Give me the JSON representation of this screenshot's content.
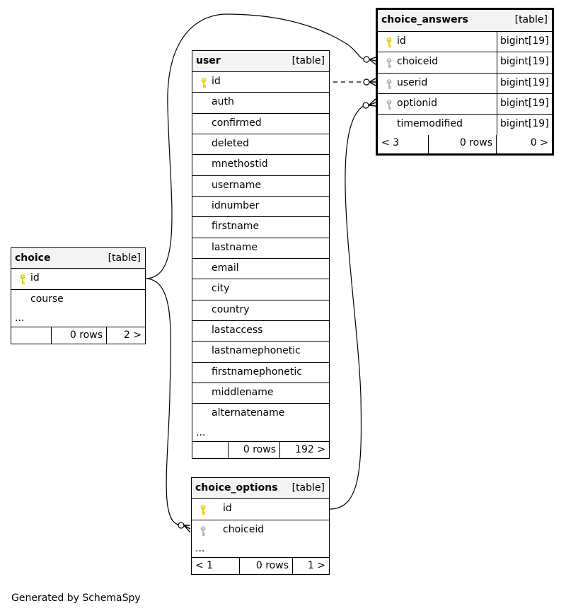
{
  "tables": {
    "choice_answers": {
      "name": "choice_answers",
      "kind": "[table]",
      "columns": [
        {
          "name": "id",
          "type": "bigint[19]",
          "key": "primary"
        },
        {
          "name": "choiceid",
          "type": "bigint[19]",
          "key": "foreign"
        },
        {
          "name": "userid",
          "type": "bigint[19]",
          "key": "foreign"
        },
        {
          "name": "optionid",
          "type": "bigint[19]",
          "key": "foreign"
        },
        {
          "name": "timemodified",
          "type": "bigint[19]",
          "key": ""
        }
      ],
      "footer": {
        "parents": "< 3",
        "rows": "0 rows",
        "children": "0 >"
      }
    },
    "user": {
      "name": "user",
      "kind": "[table]",
      "columns": [
        {
          "name": "id",
          "key": "primary"
        },
        {
          "name": "auth"
        },
        {
          "name": "confirmed"
        },
        {
          "name": "deleted"
        },
        {
          "name": "mnethostid"
        },
        {
          "name": "username"
        },
        {
          "name": "idnumber"
        },
        {
          "name": "firstname"
        },
        {
          "name": "lastname"
        },
        {
          "name": "email"
        },
        {
          "name": "city"
        },
        {
          "name": "country"
        },
        {
          "name": "lastaccess"
        },
        {
          "name": "lastnamephonetic"
        },
        {
          "name": "firstnamephonetic"
        },
        {
          "name": "middlename"
        },
        {
          "name": "alternatename"
        }
      ],
      "ellipsis": "...",
      "footer": {
        "parents": "",
        "rows": "0 rows",
        "children": "192 >"
      }
    },
    "choice": {
      "name": "choice",
      "kind": "[table]",
      "columns": [
        {
          "name": "id",
          "key": "primary"
        },
        {
          "name": "course"
        }
      ],
      "ellipsis": "...",
      "footer": {
        "parents": "",
        "rows": "0 rows",
        "children": "2 >"
      }
    },
    "choice_options": {
      "name": "choice_options",
      "kind": "[table]",
      "columns": [
        {
          "name": "id",
          "key": "primary"
        },
        {
          "name": "choiceid",
          "key": "foreign"
        }
      ],
      "ellipsis": "...",
      "footer": {
        "parents": "< 1",
        "rows": "0 rows",
        "children": "1 >"
      }
    }
  },
  "relationships": [
    {
      "from": "choice.id",
      "to": "choice_answers.choiceid",
      "style": "solid"
    },
    {
      "from": "user.id",
      "to": "choice_answers.userid",
      "style": "dashed"
    },
    {
      "from": "choice_options.id",
      "to": "choice_answers.optionid",
      "style": "solid"
    },
    {
      "from": "choice.id",
      "to": "choice_options.choiceid",
      "style": "solid"
    }
  ],
  "colors": {
    "primary_key": "#e6d200",
    "foreign_key": "#b8b8b8",
    "header_bg": "#f4f4f4"
  },
  "footer_text": "Generated by SchemaSpy"
}
